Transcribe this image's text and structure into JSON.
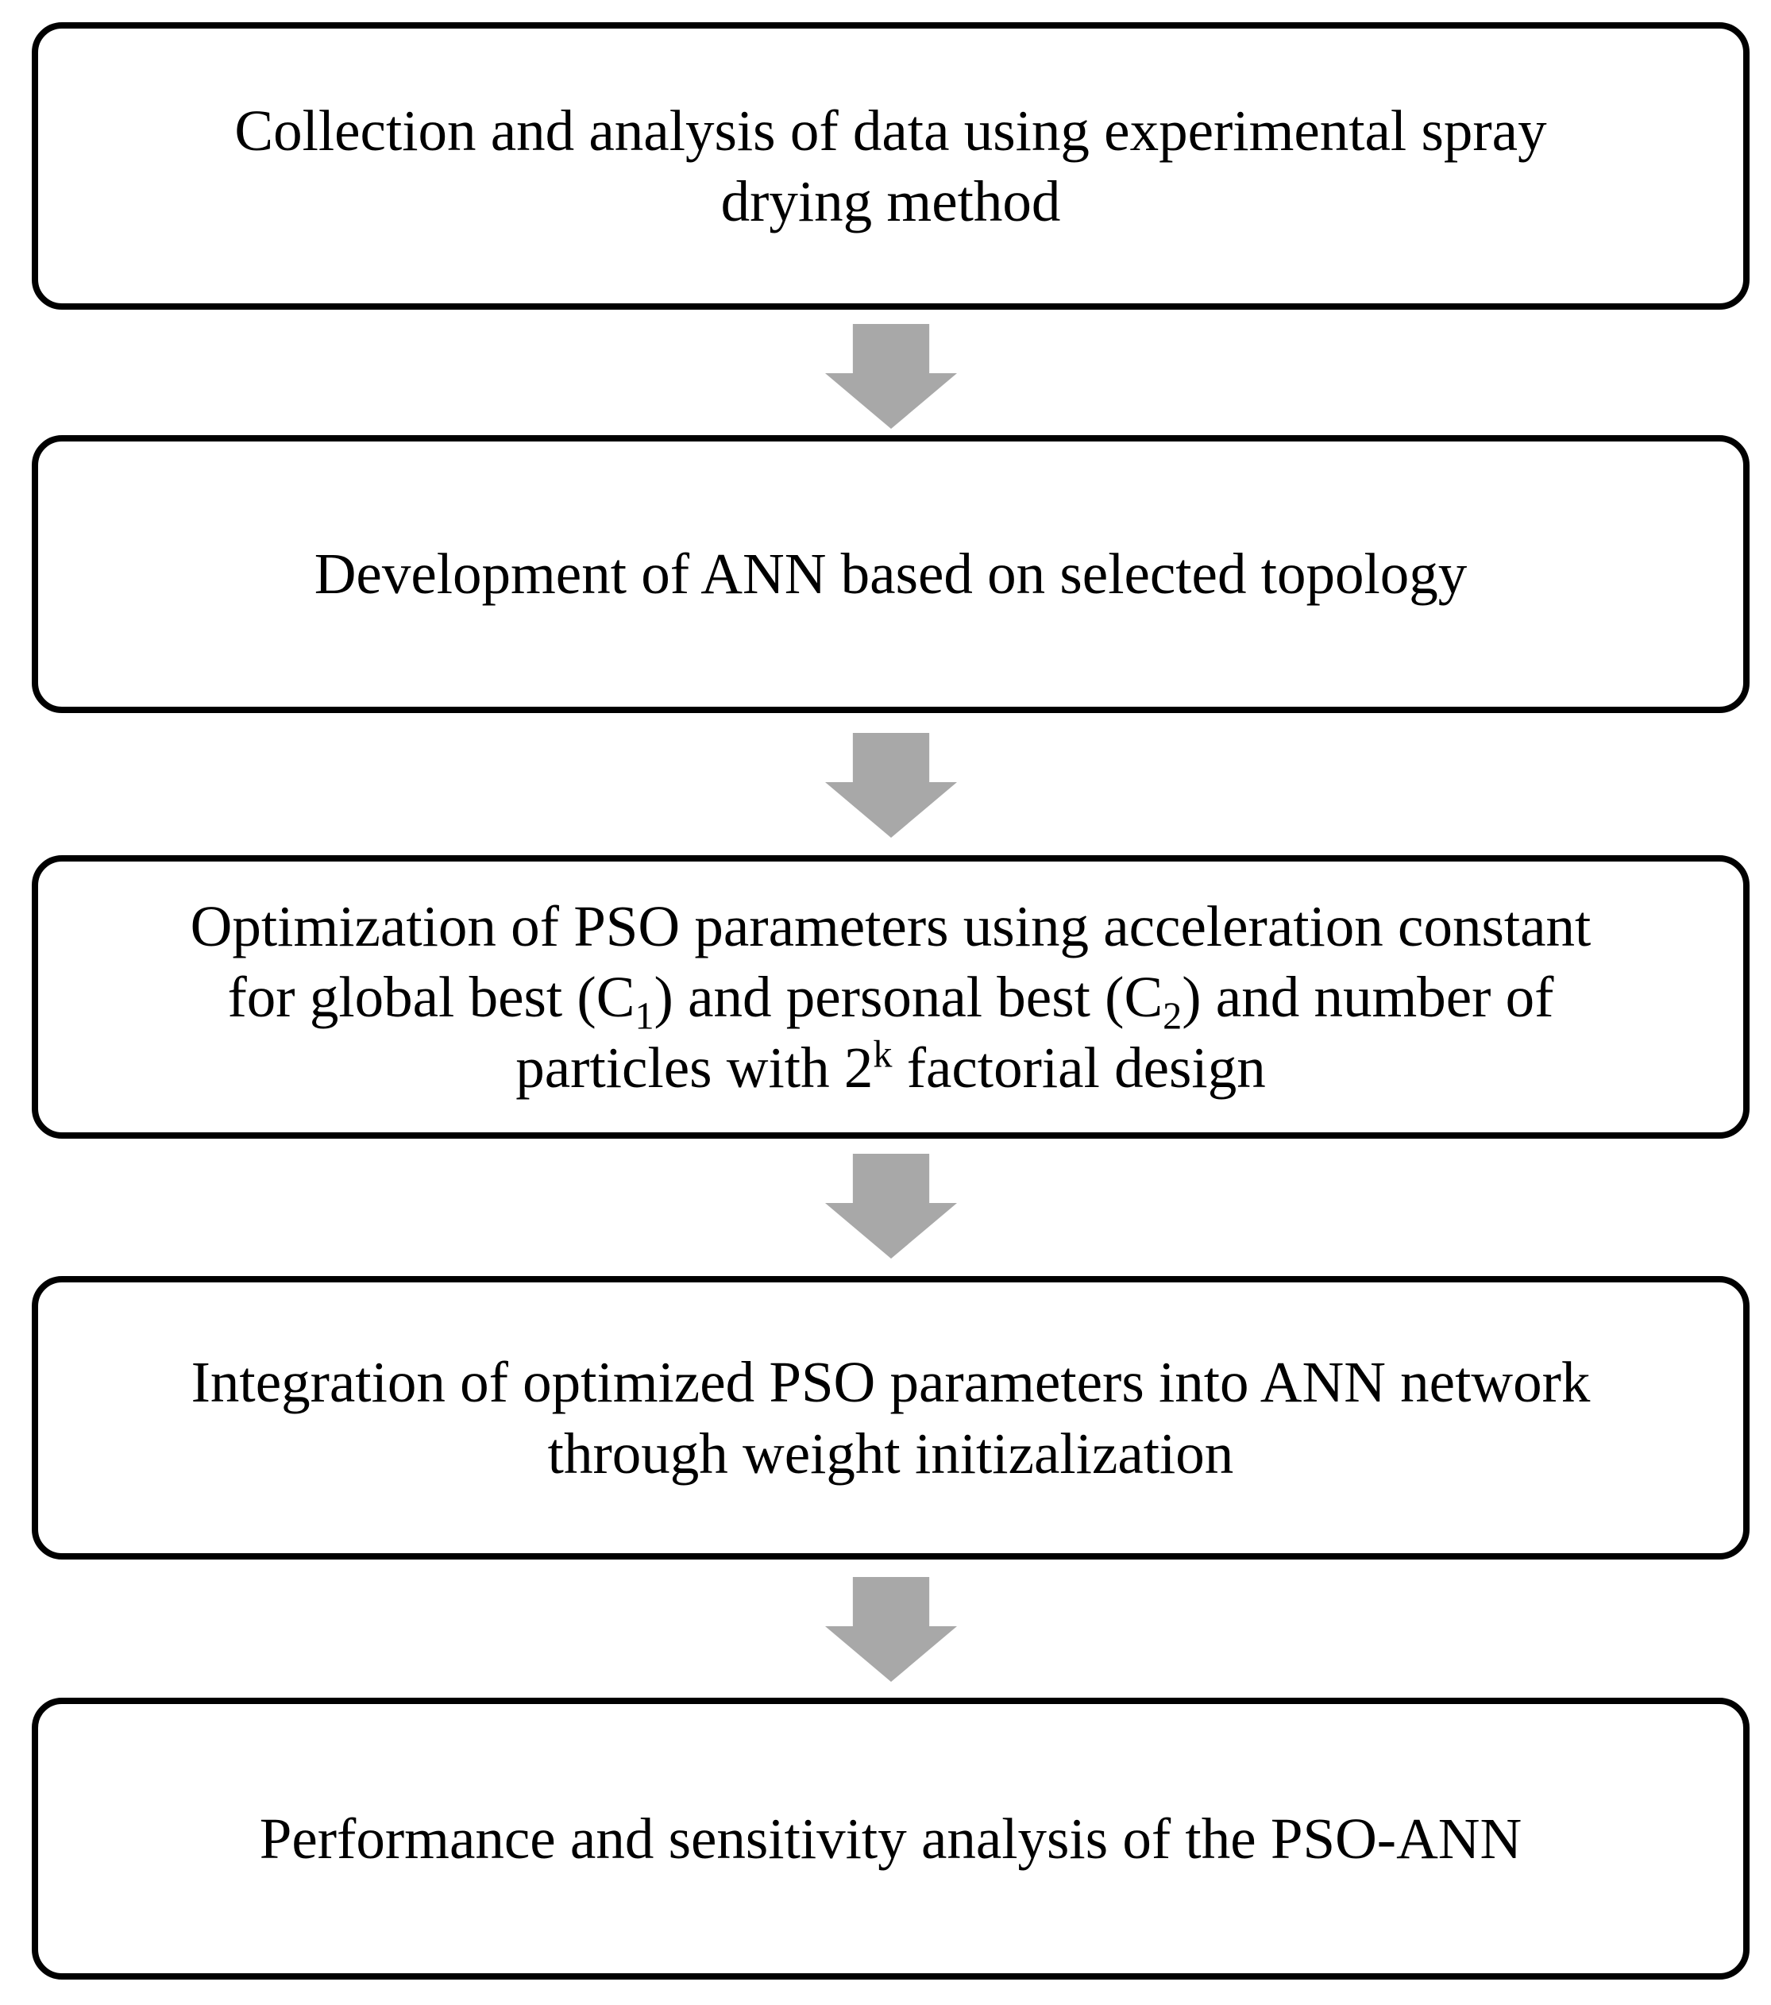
{
  "page": {
    "background_color": "#ffffff",
    "text_color": "#000000",
    "box_border_color": "#000000",
    "box_fill_color": "#ffffff",
    "arrow_color": "#a8a8a8"
  },
  "flowchart": {
    "steps": [
      {
        "id": 1,
        "label": "Collection and analysis of data using experimental spray drying method",
        "lines": [
          [
            {
              "t": "Collection and analysis of data using experimental spray"
            }
          ],
          [
            {
              "t": "drying method"
            }
          ]
        ]
      },
      {
        "id": 2,
        "label": "Development of ANN based on selected topology",
        "lines": [
          [
            {
              "t": "Development of ANN based on selected topology"
            }
          ]
        ]
      },
      {
        "id": 3,
        "label": "Optimization of PSO parameters using acceleration constant for global best (C1) and personal best (C2) and number of particles with 2^k factorial design",
        "lines": [
          [
            {
              "t": "Optimization of PSO parameters using acceleration constant"
            }
          ],
          [
            {
              "t": "for global best (C"
            },
            {
              "t": "1",
              "style": "sub"
            },
            {
              "t": ") and personal best (C"
            },
            {
              "t": "2",
              "style": "sub"
            },
            {
              "t": ") and number of"
            }
          ],
          [
            {
              "t": "particles with 2"
            },
            {
              "t": "k",
              "style": "sup"
            },
            {
              "t": " factorial design"
            }
          ]
        ]
      },
      {
        "id": 4,
        "label": "Integration of optimized PSO parameters into ANN network through weight initizalization",
        "lines": [
          [
            {
              "t": "Integration of optimized PSO parameters into ANN network"
            }
          ],
          [
            {
              "t": "through weight initizalization"
            }
          ]
        ]
      },
      {
        "id": 5,
        "label": "Performance and sensitivity analysis of the PSO-ANN",
        "lines": [
          [
            {
              "t": "Performance and sensitivity analysis of the PSO-ANN"
            }
          ]
        ]
      }
    ]
  }
}
